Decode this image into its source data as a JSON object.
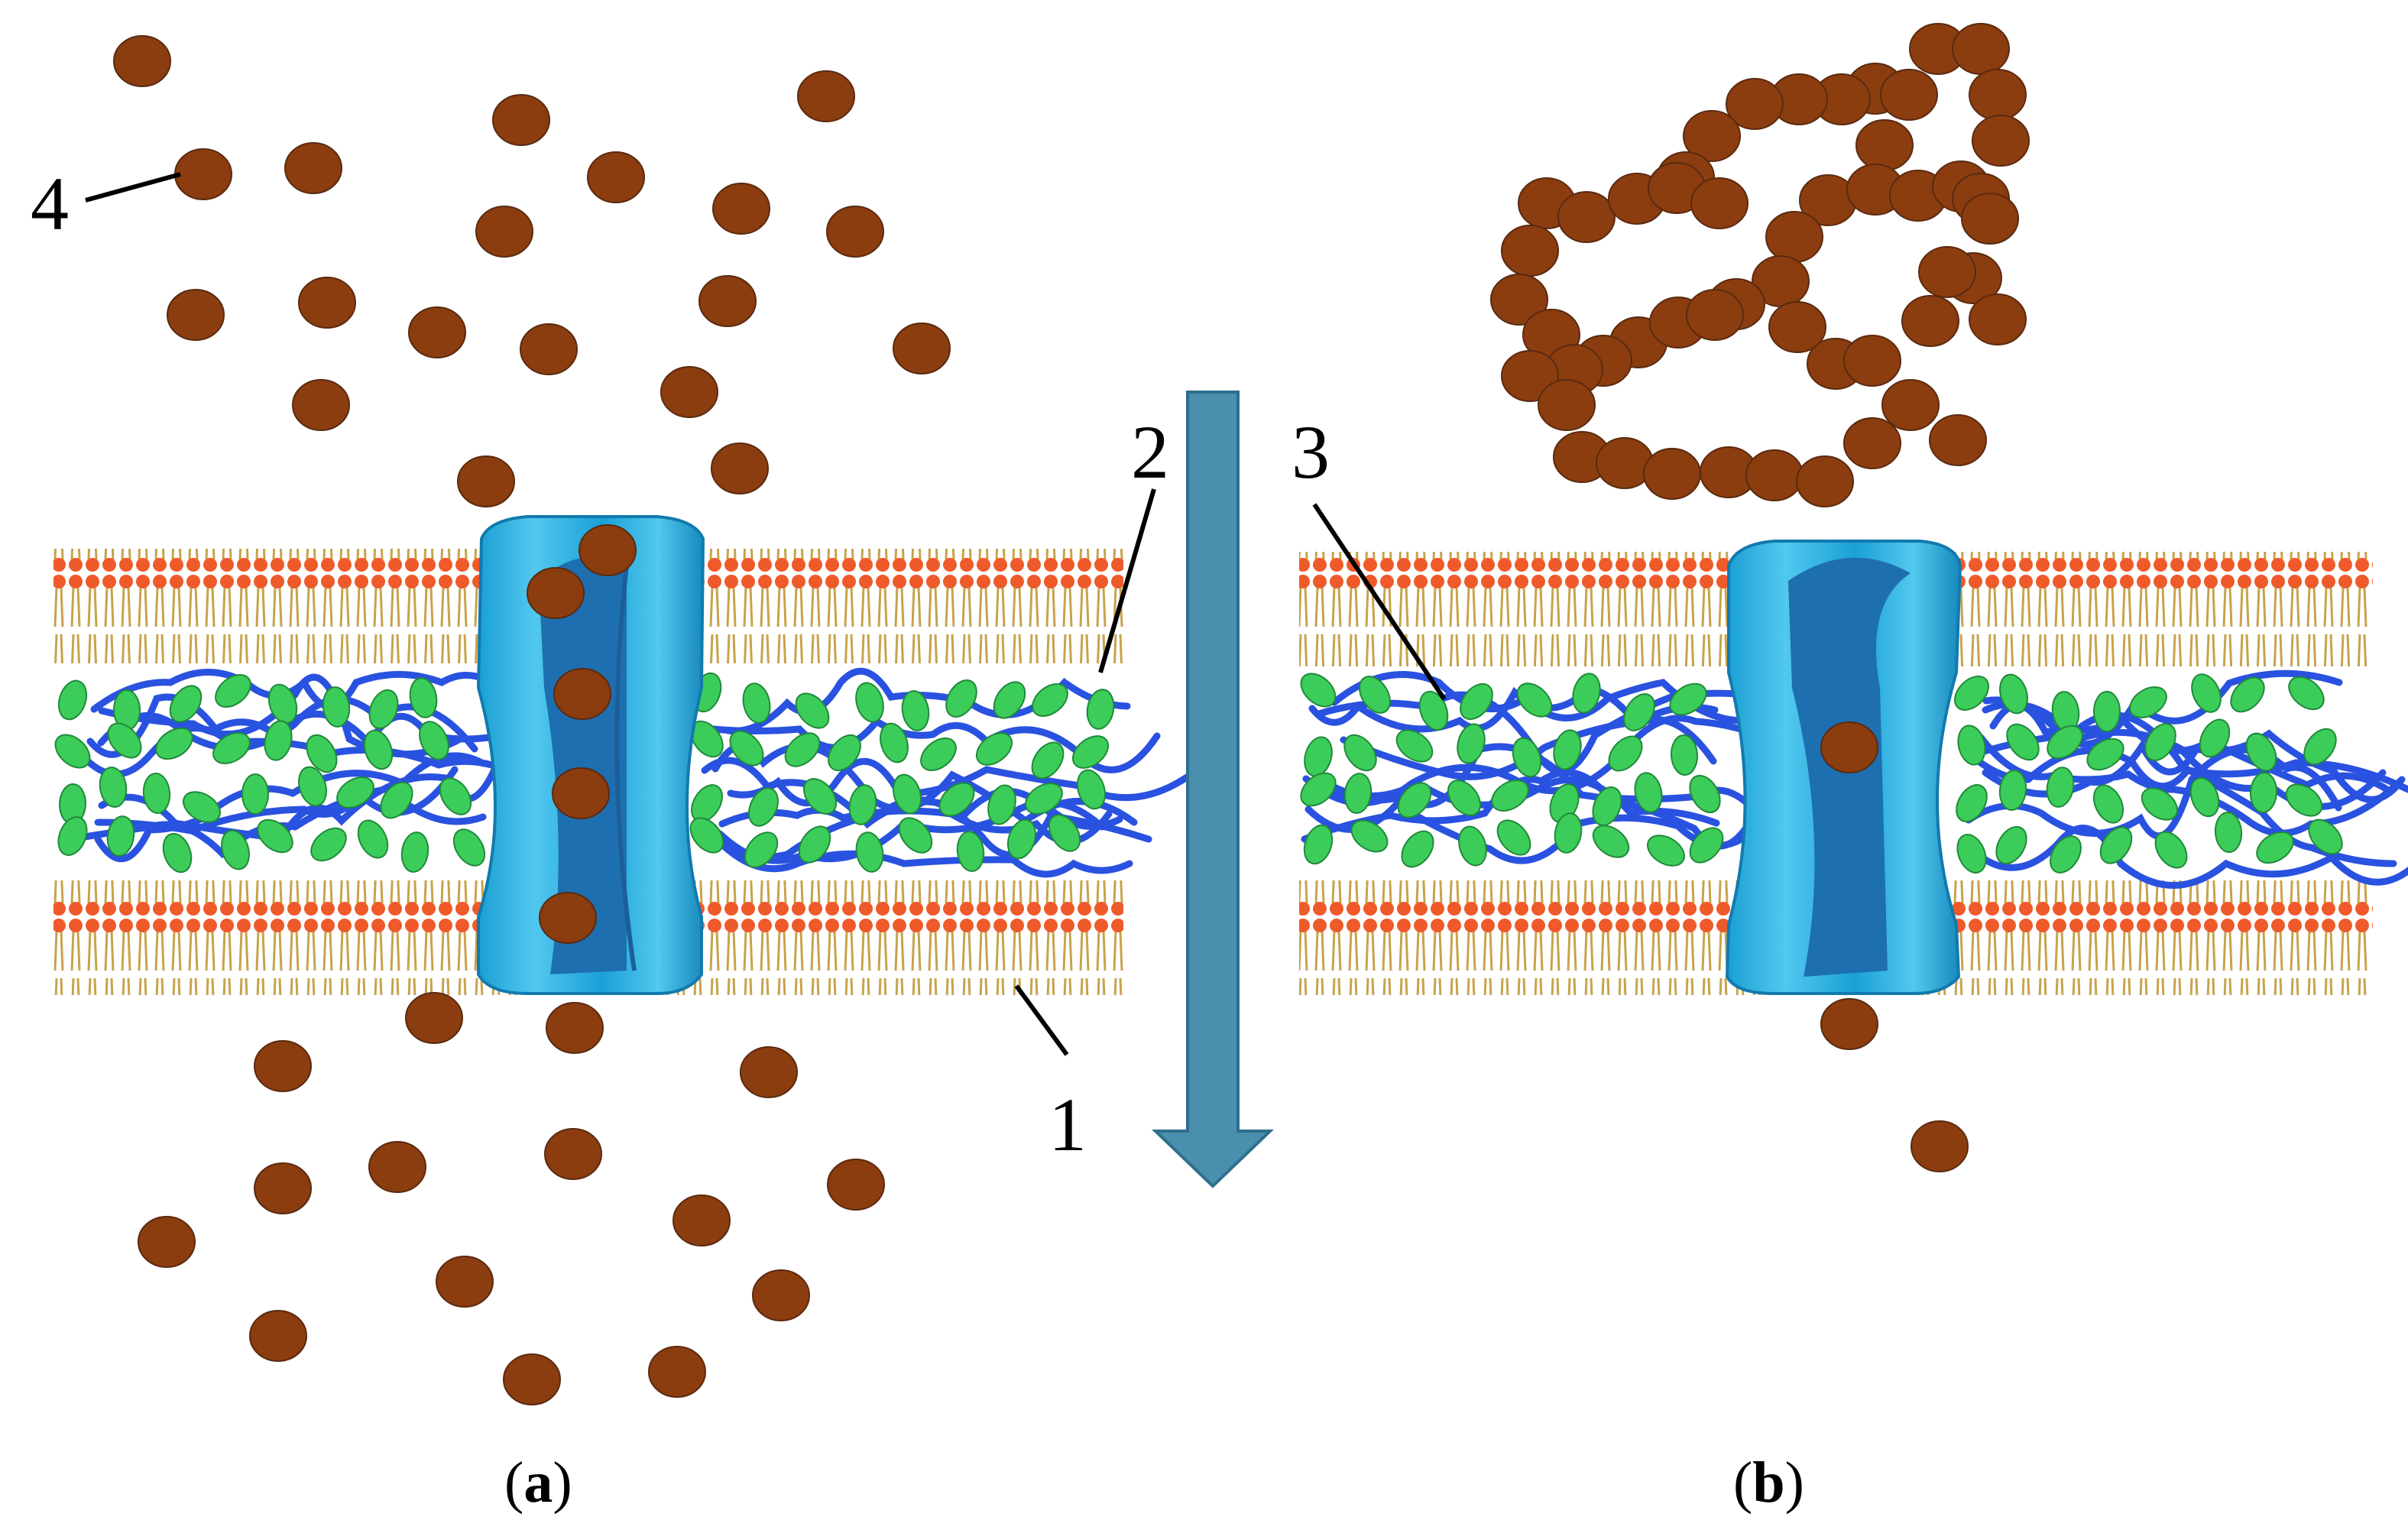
{
  "labels": {
    "one": "1",
    "two": "2",
    "three": "3",
    "four": "4"
  },
  "captions": {
    "a_open": "(",
    "a_letter": "a",
    "a_close": ")",
    "b_open": "(",
    "b_letter": "b",
    "b_close": ")"
  },
  "colors": {
    "particle": "#8b3d0f",
    "particle_edge": "#5a2a10",
    "lipid_head": "#ee5a2a",
    "lipid_tail": "#c9a24a",
    "channel_outer": "#1aa6d8",
    "channel_light": "#5fd2f4",
    "channel_inner": "#1e6fb0",
    "arrow": "#4a8fae",
    "arrow_edge": "#2d6f8c",
    "fiber": "#2a52e0",
    "granule": "#3ccc5a",
    "granule_edge": "#1f8a3a"
  },
  "icons": {
    "channel": "ion-channel-icon",
    "arrow": "down-arrow-icon"
  }
}
